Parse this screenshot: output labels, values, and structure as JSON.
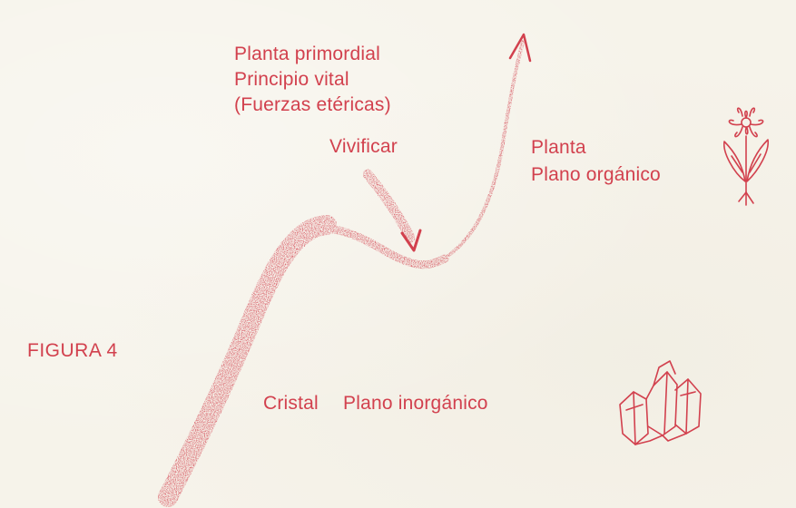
{
  "colors": {
    "ink": "#d2414e",
    "paper": "#f6f3ea"
  },
  "labels": {
    "primordial_line1": "Planta primordial",
    "primordial_line2": "Principio vital",
    "primordial_line3": "(Fuerzas etéricas)",
    "vivificar": "Vivificar",
    "planta": "Planta",
    "plano_organico": "Plano orgánico",
    "figure": "FIGURA 4",
    "cristal": "Cristal",
    "plano_inorganico": "Plano inorgánico"
  },
  "icons": {
    "flower": "flower-icon",
    "crystal": "crystal-cluster-icon"
  }
}
